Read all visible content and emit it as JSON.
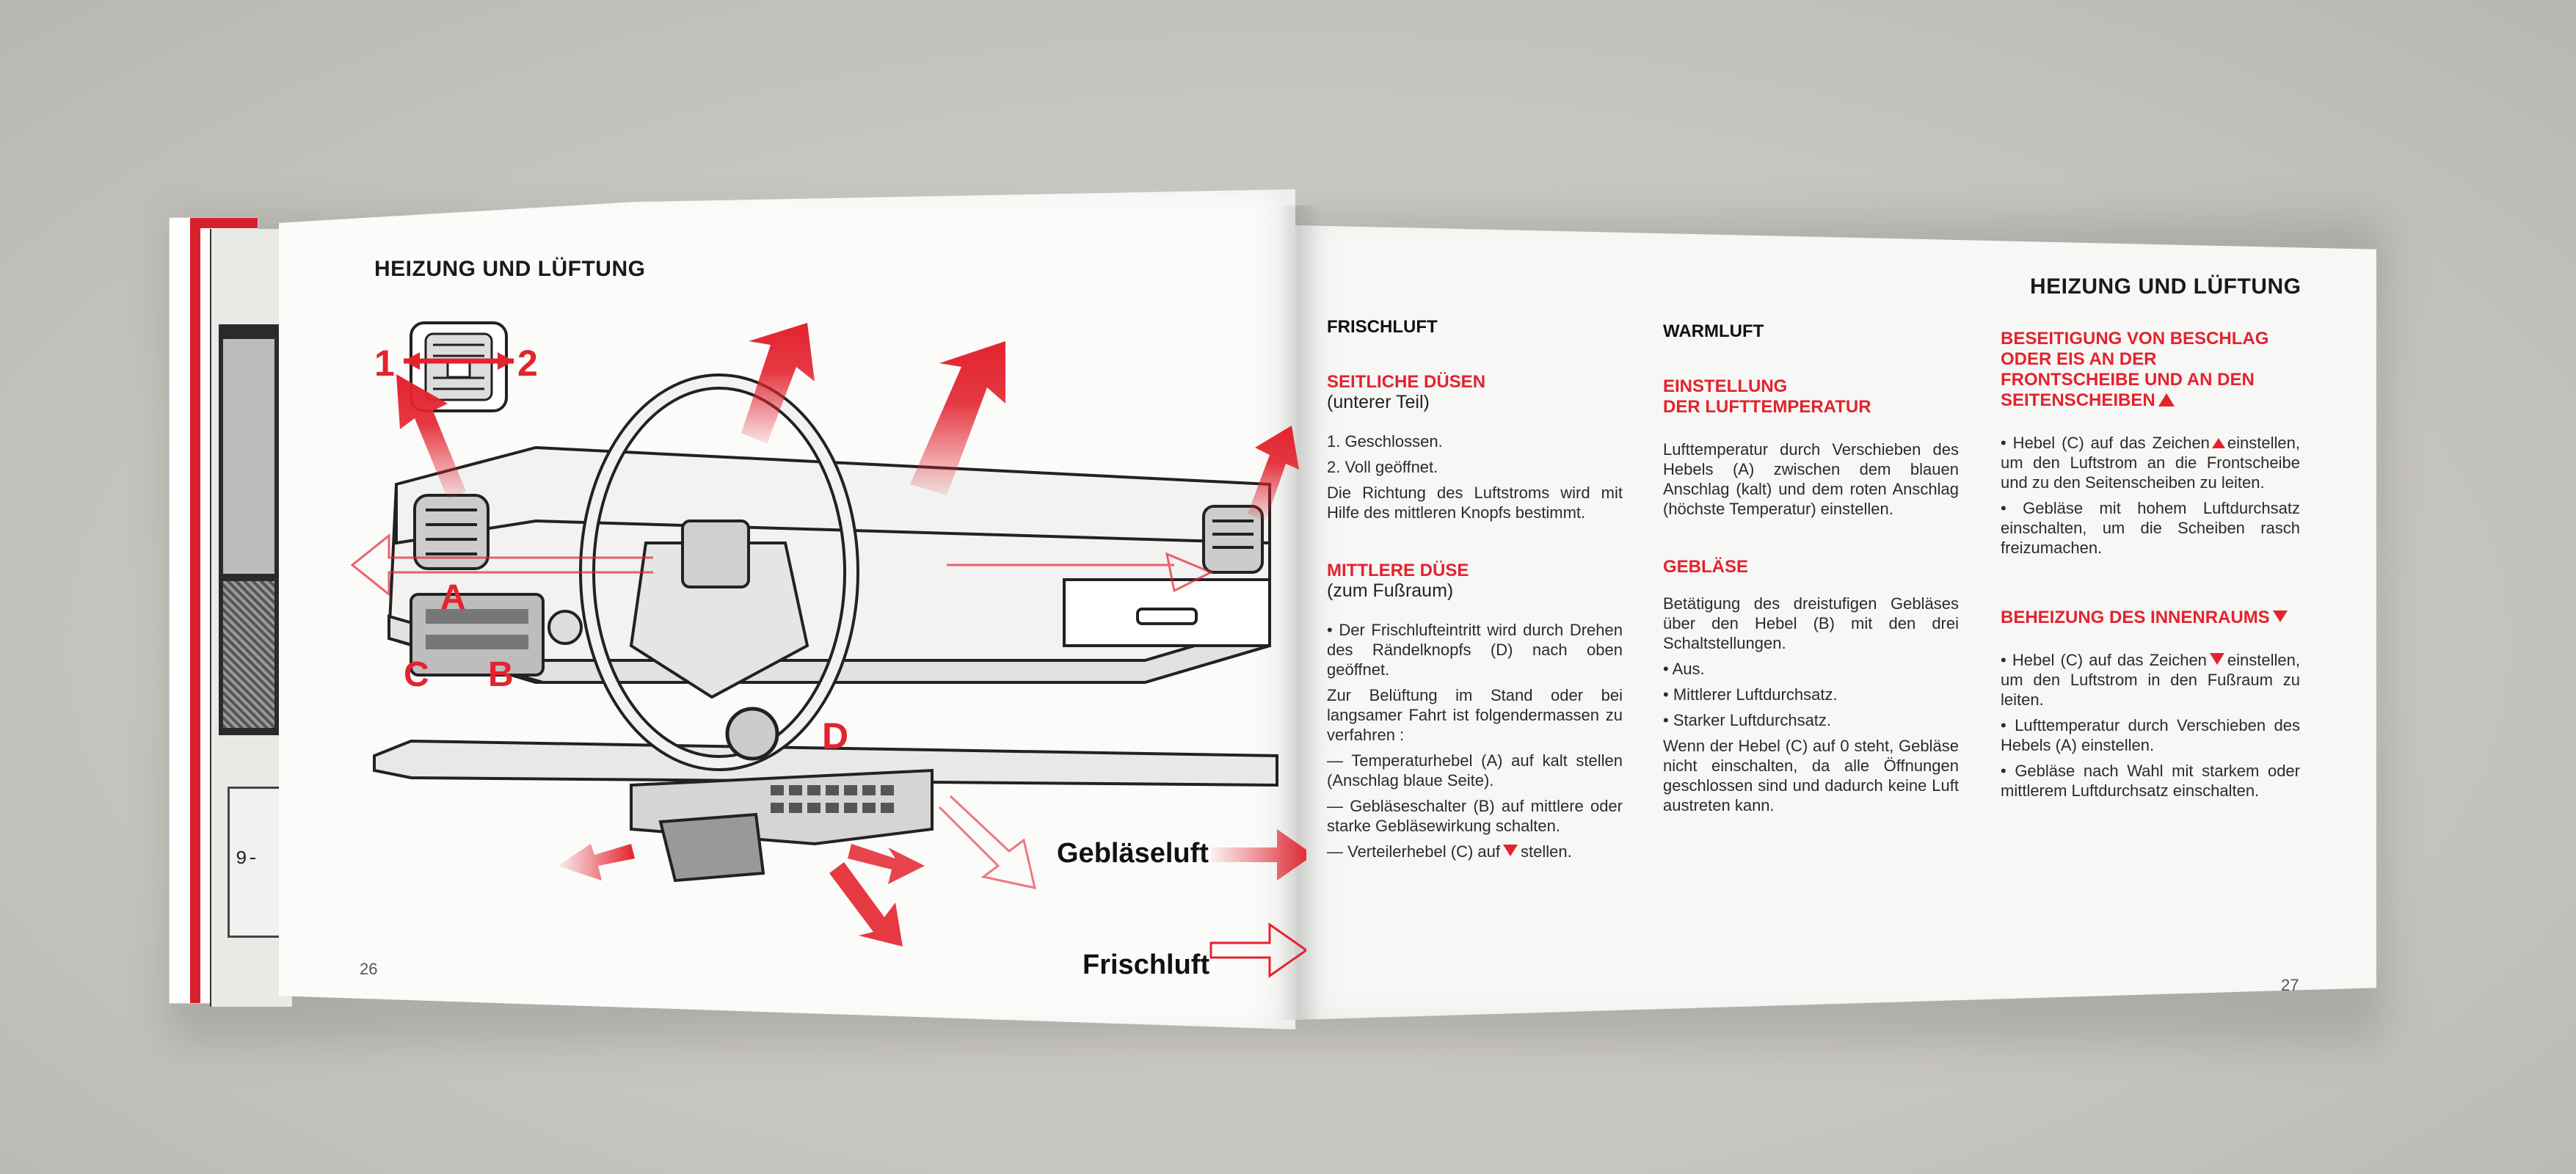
{
  "left_page": {
    "header": "HEIZUNG UND LÜFTUNG",
    "page_number": "26",
    "callouts": {
      "one": "1",
      "two": "2",
      "a": "A",
      "b": "B",
      "c": "C",
      "d": "D"
    },
    "legend": {
      "fan_air": "Gebläseluft",
      "fresh_air": "Frischluft"
    }
  },
  "edge_label": "9-",
  "right_page": {
    "header": "HEIZUNG UND LÜFTUNG",
    "page_number": "27",
    "col1": {
      "title": "FRISCHLUFT",
      "s1_title": "SEITLICHE DÜSEN",
      "s1_sub": "(unterer Teil)",
      "s1_items": [
        "1. Geschlossen.",
        "2. Voll geöffnet."
      ],
      "s1_text": "Die Richtung des Luftstroms wird mit Hilfe des mittleren Knopfs bestimmt.",
      "s2_title": "MITTLERE DÜSE",
      "s2_sub": "(zum Fußraum)",
      "s2_b1": "• Der Frischlufteintritt wird durch Drehen des Rändelknopfs (D) nach oben geöffnet.",
      "s2_text": "Zur Belüftung im Stand oder bei langsamer Fahrt ist folgendermassen zu verfahren :",
      "s2_d1": "— Temperaturhebel (A) auf kalt stellen (Anschlag blaue Seite).",
      "s2_d2": "— Gebläseschalter (B) auf mittlere oder starke Gebläsewirkung schalten.",
      "s2_d3a": "— Verteilerhebel (C) auf",
      "s2_d3b": "stellen."
    },
    "col2": {
      "title": "WARMLUFT",
      "s1_title_1": "EINSTELLUNG",
      "s1_title_2": "DER LUFTTEMPERATUR",
      "s1_text": "Lufttemperatur durch Verschieben des Hebels (A) zwischen dem blauen Anschlag (kalt) und dem roten Anschlag (höchste Temperatur) einstellen.",
      "s2_title": "GEBLÄSE",
      "s2_text": "Betätigung des dreistufigen Gebläses über den Hebel (B) mit den drei Schaltstellungen.",
      "s2_items": [
        "• Aus.",
        "• Mittlerer Luftdurchsatz.",
        "• Starker Luftdurchsatz."
      ],
      "s2_text2": "Wenn der Hebel (C) auf 0 steht, Gebläse nicht einschalten, da alle Öffnungen geschlossen sind und dadurch keine Luft austreten kann."
    },
    "col3": {
      "s1_title": "BESEITIGUNG VON BESCHLAG ODER EIS AN DER FRONTSCHEIBE UND AN DEN SEITENSCHEIBEN",
      "s1_b1a": "• Hebel (C) auf das Zeichen",
      "s1_b1b": "einstellen, um den Luftstrom an die Frontscheibe und zu den Seitenscheiben zu leiten.",
      "s1_b2": "• Gebläse mit hohem Luftdurchsatz einschalten, um die Scheiben rasch freizumachen.",
      "s2_title": "BEHEIZUNG DES INNENRAUMS",
      "s2_b1a": "• Hebel (C) auf das Zeichen",
      "s2_b1b": "einstellen, um den Luftstrom in den Fußraum zu leiten.",
      "s2_b2": "• Lufttemperatur durch Verschieben des Hebels (A) einstellen.",
      "s2_b3": "• Gebläse nach Wahl mit starkem oder mittlerem Luftdurchsatz einschalten."
    }
  },
  "colors": {
    "accent_red": "#e3232e",
    "paper": "#f7f7f5",
    "background": "#c9c7c1"
  }
}
